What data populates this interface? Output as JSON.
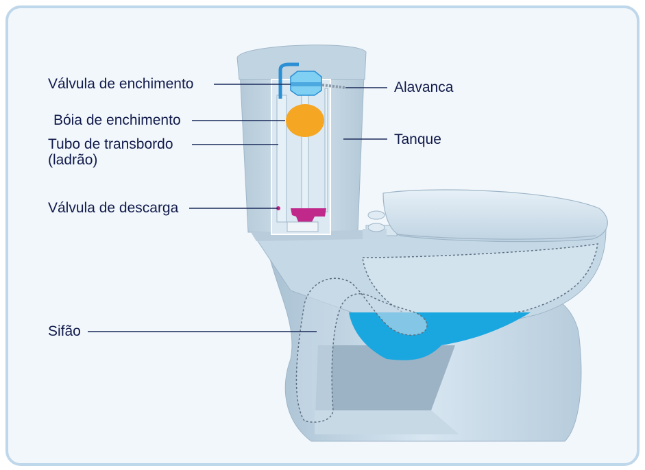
{
  "labels": {
    "fill_valve": "Válvula de enchimento",
    "fill_float": "Bóia de enchimento",
    "overflow_tube_line1": "Tubo de transbordo",
    "overflow_tube_line2": "(ladrão)",
    "flush_valve": "Válvula de descarga",
    "siphon": "Sifão",
    "lever": "Alavanca",
    "tank": "Tanque"
  },
  "colors": {
    "label_text": "#101a4a",
    "leader_line": "#1a2a5a",
    "panel_background": "#f2f7fb",
    "panel_border": "#bfd7ea",
    "porcelain": "#c9dbe8",
    "porcelain_shadow": "#9fb6c8",
    "water": "#1aa7e0",
    "float": "#f5a623",
    "flush_valve": "#c0288a",
    "fill_pipe": "#2a8fd4"
  }
}
